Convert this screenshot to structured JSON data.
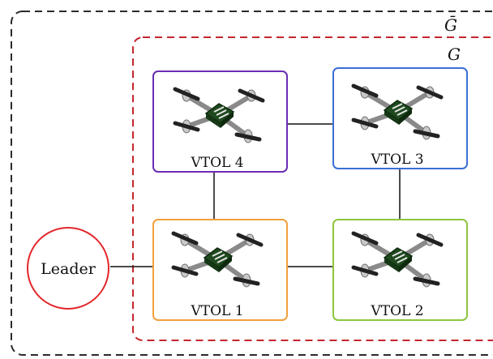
{
  "graph": {
    "outer_label": "Ḡ",
    "inner_label": "G",
    "outer_color": "#2b2b2b",
    "inner_color": "#c4262e"
  },
  "leader": {
    "label": "Leader",
    "color": "#e3262b"
  },
  "nodes": [
    {
      "id": "vtol1",
      "label": "VTOL 1",
      "color": "#f2a03d"
    },
    {
      "id": "vtol2",
      "label": "VTOL 2",
      "color": "#8cc63f"
    },
    {
      "id": "vtol3",
      "label": "VTOL 3",
      "color": "#3b6fd4"
    },
    {
      "id": "vtol4",
      "label": "VTOL 4",
      "color": "#6a2db3"
    }
  ],
  "edges": [
    [
      "leader",
      "vtol1"
    ],
    [
      "vtol1",
      "vtol2"
    ],
    [
      "vtol1",
      "vtol4"
    ],
    [
      "vtol2",
      "vtol3"
    ],
    [
      "vtol4",
      "vtol3"
    ]
  ]
}
